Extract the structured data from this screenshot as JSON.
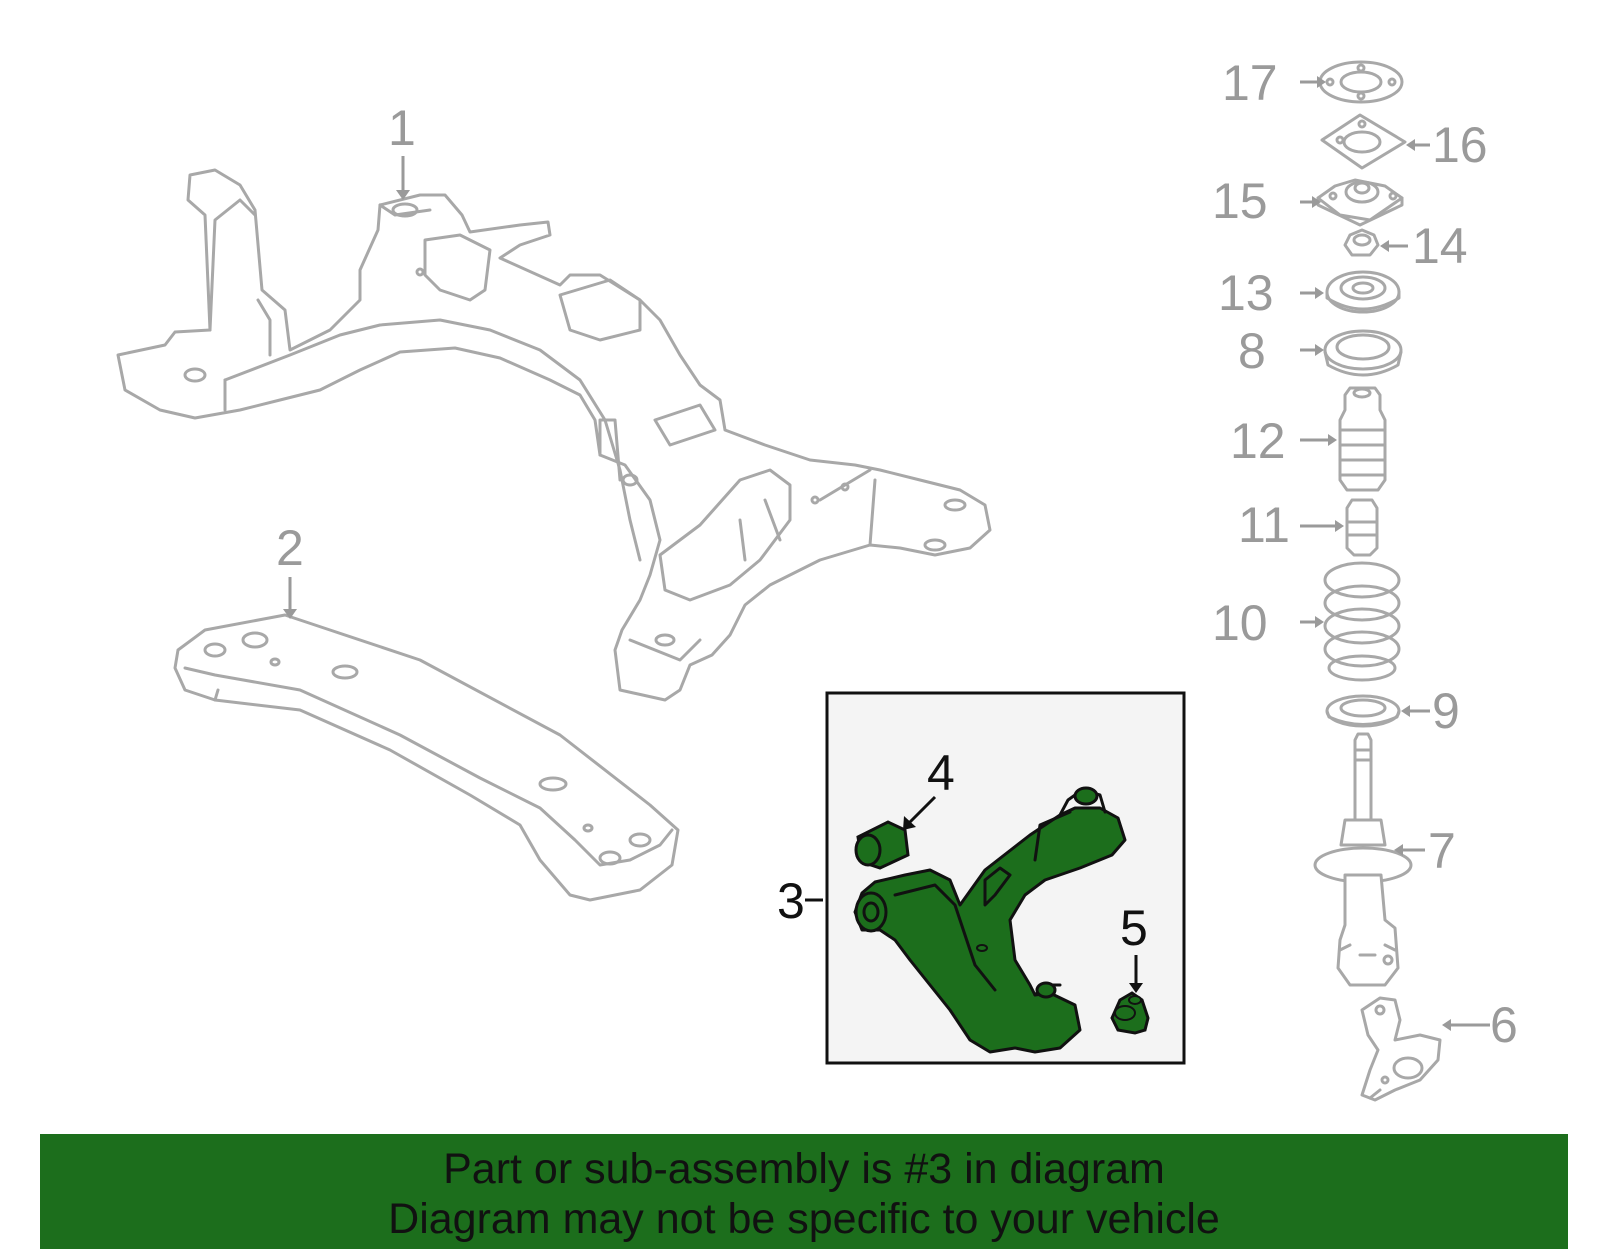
{
  "callouts": {
    "c1": "1",
    "c2": "2",
    "c3": "3",
    "c4": "4",
    "c5": "5",
    "c6": "6",
    "c7": "7",
    "c8": "8",
    "c9": "9",
    "c10": "10",
    "c11": "11",
    "c12": "12",
    "c13": "13",
    "c14": "14",
    "c15": "15",
    "c16": "16",
    "c17": "17"
  },
  "colors": {
    "highlight_part": "#1c6e1c",
    "banner_background": "#1c6e1c",
    "inset_background": "#f4f4f4",
    "part_outline": "#a8a8a8"
  },
  "banner": {
    "line1": "Part or sub-assembly is #3 in diagram",
    "line2": "Diagram may not be specific to your vehicle"
  }
}
